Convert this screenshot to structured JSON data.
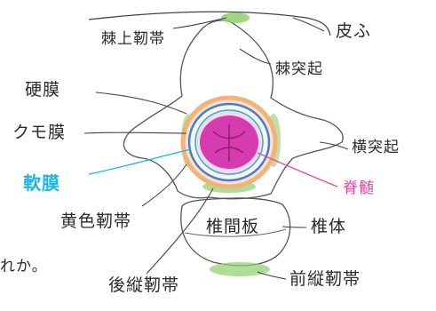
{
  "labels": {
    "interspinous_ligament": "棘上靭帯",
    "skin": "皮ふ",
    "spinous_process": "棘突起",
    "dura_mater": "硬膜",
    "arachnoid": "クモ膜",
    "transverse_process": "横突起",
    "pia_mater": "軟膜",
    "spinal_cord": "脊髄",
    "ligamentum_flavum": "黄色靭帯",
    "intervertebral_disc": "椎間板",
    "vertebral_body": "椎体",
    "posterior_longitudinal_ligament": "後縦靭帯",
    "anterior_longitudinal_ligament": "前縦靭帯",
    "cutoff_text": "れか。"
  },
  "colors": {
    "ink": "#2a2a2a",
    "pia_label": "#19b4e8",
    "cord_label": "#e64aa6",
    "cord_fill": "#d63bb0",
    "ligament_green": "#8fcf6a",
    "dura_orange": "#f2b27a",
    "arachnoid_blue": "#3f7fd6"
  }
}
